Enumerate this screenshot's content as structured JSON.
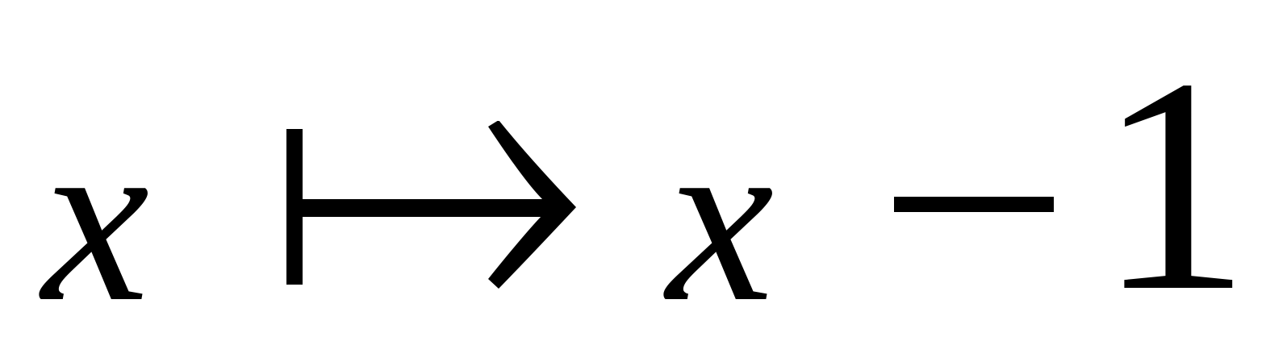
{
  "formula": {
    "lhs_variable": "x",
    "arrow_symbol": "↦",
    "rhs_variable": "x",
    "operator": "−",
    "constant": "1"
  }
}
